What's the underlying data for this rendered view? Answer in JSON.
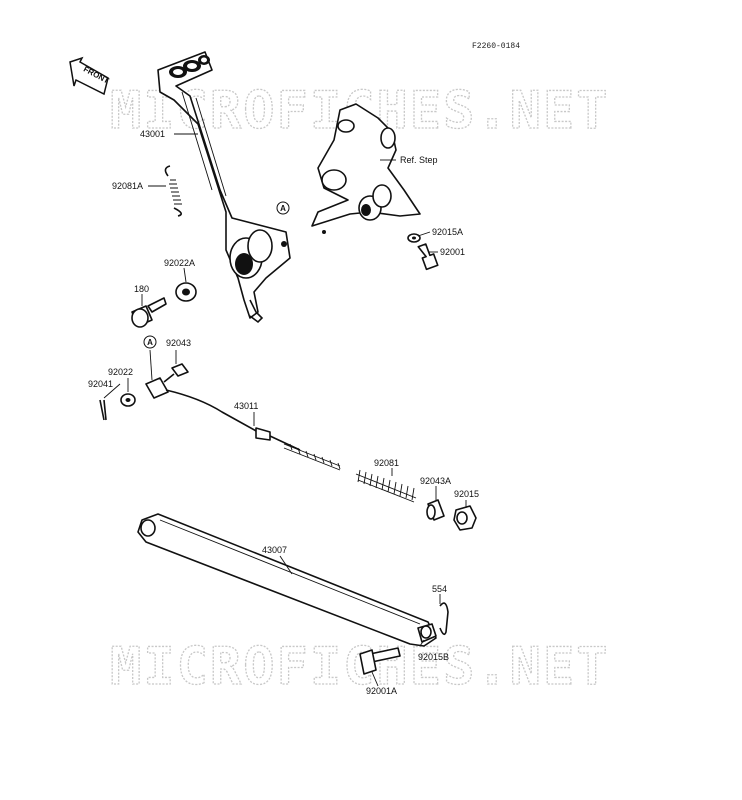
{
  "figure_code": "F2260-0184",
  "watermarks": [
    "MICROFICHES.NET",
    "MICROFICHES.NET"
  ],
  "front_arrow": "FRONT",
  "callout_marker": "A",
  "labels": {
    "p43001": "43001",
    "p92081A": "92081A",
    "p92022A": "92022A",
    "p180": "180",
    "refstep": "Ref. Step",
    "p92015A": "92015A",
    "p92001": "92001",
    "p92043": "92043",
    "p92022": "92022",
    "p92041": "92041",
    "p43011": "43011",
    "p92081": "92081",
    "p92043A": "92043A",
    "p92015": "92015",
    "p43007": "43007",
    "p554": "554",
    "p92015B": "92015B",
    "p92001A": "92001A"
  }
}
